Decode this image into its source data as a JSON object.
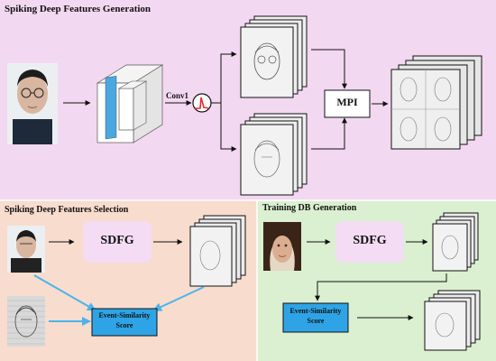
{
  "panels": {
    "generation": {
      "title": "Spiking Deep Features Generation",
      "color": "#f2d8f0"
    },
    "selection": {
      "title": "Spiking Deep Features Selection",
      "color": "#f8dccd"
    },
    "training": {
      "title": "Training DB Generation",
      "color": "#daf0d0"
    }
  },
  "labels": {
    "conv1": "Conv1",
    "mpi": "MPI",
    "sdfg_selection": "SDFG",
    "sdfg_training": "SDFG",
    "score_selection_line1": "Event-Similarity",
    "score_selection_line2": "Score",
    "score_training_line1": "Event-Similarity",
    "score_training_line2": "Score"
  },
  "colors": {
    "score_box": "#2ea4e6",
    "blue_arrow": "#49b5ec",
    "sdfg_box": "#f4dcf4",
    "cnn_blue": "#4aa8e0",
    "spike": "#e33030"
  }
}
